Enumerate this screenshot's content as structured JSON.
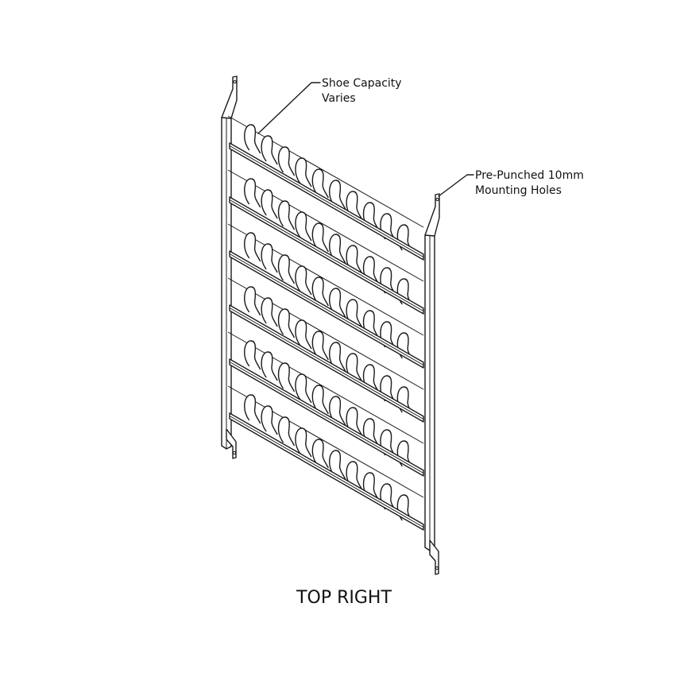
{
  "figure": {
    "view_label": "TOP RIGHT",
    "callouts": {
      "shoe_capacity": {
        "lines": [
          "Shoe Capacity",
          "Varies"
        ]
      },
      "mounting_holes": {
        "lines": [
          "Pre-Punched 10mm",
          "Mounting Holes"
        ]
      }
    },
    "rack": {
      "shelf_rows": 6,
      "pegs_per_row": 10
    }
  }
}
